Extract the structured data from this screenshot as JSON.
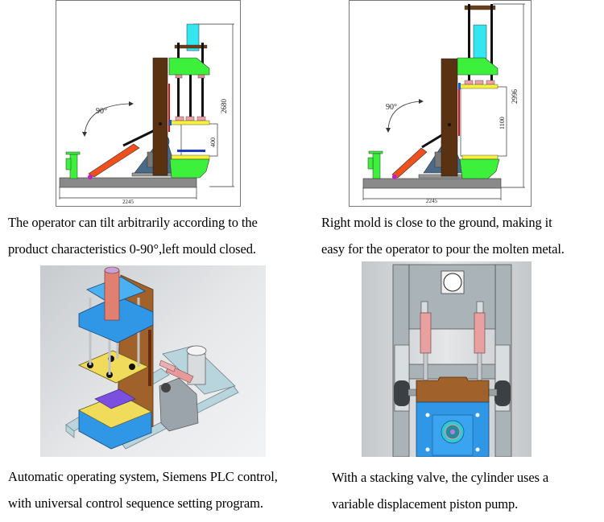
{
  "figures": [
    {
      "id": "tilt-left-closed",
      "kind": "side-view-drawing",
      "angle_label": "90°",
      "height_dimension": "2680",
      "opening_dimension": "400",
      "width_dimension": "2245",
      "caption_lines": [
        "The operator can tilt arbitrarily according to the",
        "product characteristics 0-90°,left mould closed."
      ]
    },
    {
      "id": "tilt-right-open",
      "kind": "side-view-drawing",
      "angle_label": "90°",
      "height_dimension": "2996",
      "opening_dimension": "1100",
      "width_dimension": "2245",
      "caption_lines": [
        "Right mold is close to the ground, making it",
        "easy for the operator to pour the molten metal."
      ]
    },
    {
      "id": "3d-isometric",
      "kind": "3d-render",
      "caption_lines": [
        "Automatic operating system, Siemens PLC control,",
        "with universal control sequence setting program."
      ]
    },
    {
      "id": "3d-top-view",
      "kind": "3d-render",
      "caption_lines": [
        "With a stacking valve, the cylinder uses a",
        "variable displacement piston pump."
      ]
    }
  ],
  "colors": {
    "column_brown": "#5a3212",
    "platen_green": "#3cf03c",
    "cylinder_cyan": "#33e6f0",
    "mould_yellow": "#f5f03c",
    "hydraulic_orange": "#f0501e",
    "base_gray": "#8a8a8a",
    "pivot_blue": "#4a6a8a",
    "render_blue": "#2f97e6",
    "render_brown": "#a0622a",
    "render_pink": "#e89a9a",
    "render_purple": "#7b4fe0"
  }
}
